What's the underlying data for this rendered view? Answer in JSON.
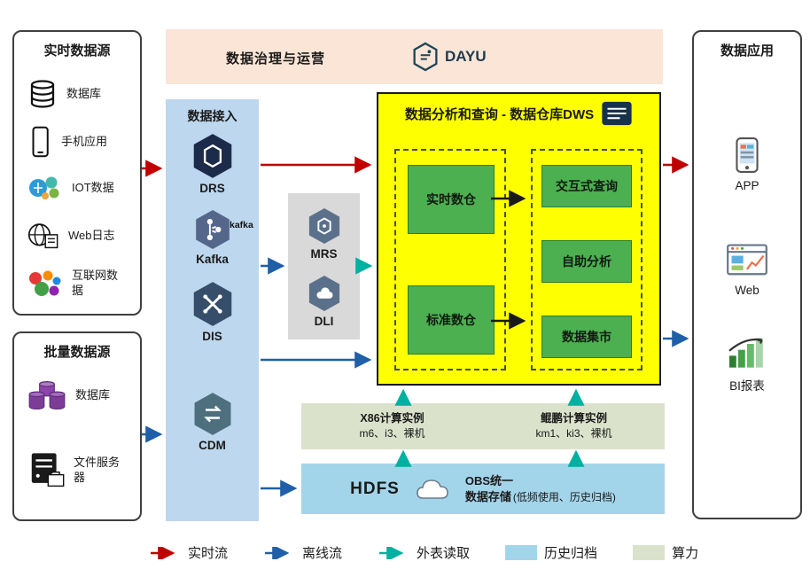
{
  "colors": {
    "realtime_flow": "#c00000",
    "offline_flow": "#1f5fa8",
    "external_table_read": "#00b0a0",
    "history_archive_fill": "#a3d5ea",
    "compute_fill": "#dbe2cb",
    "dws_panel_fill": "#feff00",
    "service_box_fill": "#4caf50",
    "ingestion_fill": "#bdd7ee",
    "governance_fill": "#fbe5d6",
    "cluster_fill": "#d9d9d9"
  },
  "realtime_sources": {
    "title": "实时数据源",
    "items": [
      {
        "label": "数据库",
        "icon": "database-icon"
      },
      {
        "label": "手机应用",
        "icon": "mobile-phone-icon"
      },
      {
        "label": "IOT数据",
        "icon": "iot-icon"
      },
      {
        "label": "Web日志",
        "icon": "web-globe-icon"
      },
      {
        "label": "互联网数据",
        "icon": "internet-data-icon"
      }
    ]
  },
  "batch_sources": {
    "title": "批量数据源",
    "items": [
      {
        "label": "数据库",
        "icon": "database-purple-icon"
      },
      {
        "label": "文件服务器",
        "icon": "file-server-icon"
      }
    ]
  },
  "governance": {
    "title": "数据治理与运营",
    "logo_text": "DAYU"
  },
  "ingestion": {
    "title": "数据接入",
    "drs": "DRS",
    "kafka": "Kafka",
    "kafka_logo": "kafka",
    "dis": "DIS",
    "cdm": "CDM"
  },
  "analytics_cluster": {
    "mrs": "MRS",
    "dli": "DLI"
  },
  "dws": {
    "title": "数据分析和查询 - 数据仓库DWS",
    "realtime_wh": "实时数仓",
    "standard_wh": "标准数仓",
    "interactive_query": "交互式查询",
    "self_service": "自助分析",
    "data_mart": "数据集市"
  },
  "compute": {
    "x86_title": "X86计算实例",
    "x86_specs": "m6、i3、裸机",
    "kunpeng_title": "鲲鹏计算实例",
    "kunpeng_specs": "km1、ki3、裸机"
  },
  "storage": {
    "hdfs": "HDFS",
    "obs_line1": "OBS统一",
    "obs_line2": "数据存储",
    "note": "(低频使用、历史归档)"
  },
  "applications": {
    "title": "数据应用",
    "items": [
      {
        "label": "APP",
        "icon": "app-phone-icon"
      },
      {
        "label": "Web",
        "icon": "web-browser-icon"
      },
      {
        "label": "BI报表",
        "icon": "bi-report-icon"
      }
    ]
  },
  "legend": {
    "realtime": "实时流",
    "offline": "离线流",
    "external": "外表读取",
    "archive": "历史归档",
    "compute": "算力"
  }
}
